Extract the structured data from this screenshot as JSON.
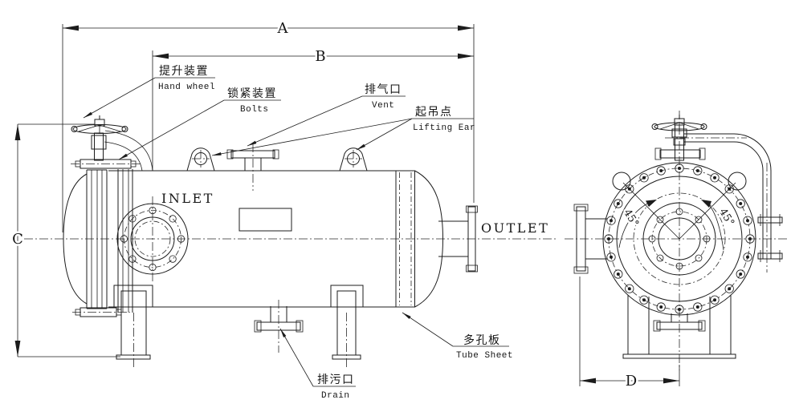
{
  "drawing": {
    "kind": "pressure-vessel-engineering-drawing",
    "colors": {
      "line": "#1c1c1c",
      "background": "#ffffff"
    },
    "dims": {
      "A": "A",
      "B": "B",
      "C": "C",
      "D": "D"
    },
    "angles": {
      "left": "45°",
      "right": "45°"
    },
    "ports": {
      "inlet": "INLET",
      "outlet": "OUTLET"
    },
    "labels": {
      "hand_wheel": {
        "zh": "提升装置",
        "en": "Hand wheel"
      },
      "bolts": {
        "zh": "锁紧装置",
        "en": "Bolts"
      },
      "vent": {
        "zh": "排气口",
        "en": "Vent"
      },
      "lifting_ear": {
        "zh": "起吊点",
        "en": "Lifting Ear"
      },
      "tube_sheet": {
        "zh": "多孔板",
        "en": "Tube Sheet"
      },
      "drain": {
        "zh": "排污口",
        "en": "Drain"
      }
    }
  }
}
